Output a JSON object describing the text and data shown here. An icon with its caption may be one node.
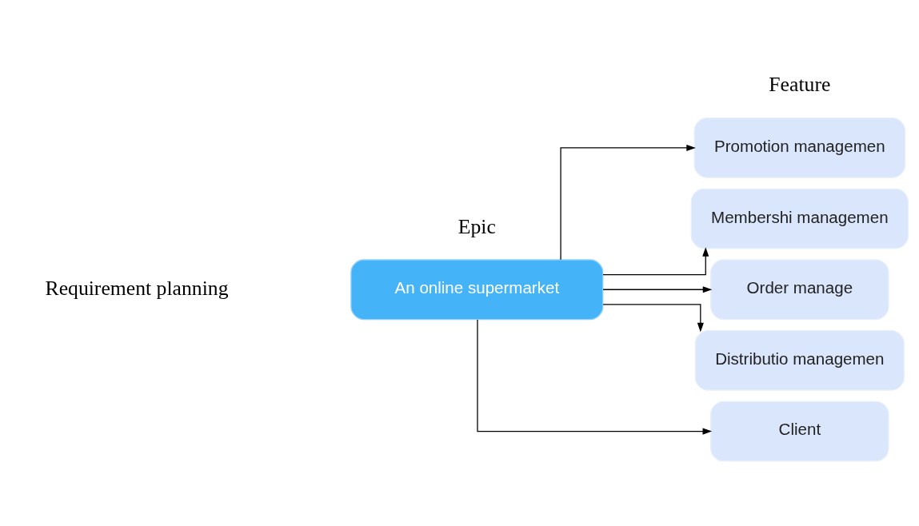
{
  "diagram": {
    "nodes": [
      {
        "text": [
          "An online supermarket"
        ]
      },
      {
        "text": [
          "Promotion managemen"
        ]
      },
      {
        "text": [
          "Membershi managemen"
        ]
      },
      {
        "text": [
          "Order manage"
        ]
      },
      {
        "text": [
          "Distributio managemen"
        ]
      },
      {
        "text": [
          "Client"
        ]
      }
    ],
    "edges": [
      {
        "from": 0,
        "to": 1,
        "arrow": "to"
      },
      {
        "from": 0,
        "to": 2,
        "arrow": "to"
      },
      {
        "from": 0,
        "to": 3,
        "arrow": "to"
      },
      {
        "from": 0,
        "to": 4,
        "arrow": "to"
      },
      {
        "from": 0,
        "to": 5,
        "arrow": "to"
      }
    ],
    "labels": [
      "Epic",
      "Feature",
      "Requirement planning"
    ]
  }
}
